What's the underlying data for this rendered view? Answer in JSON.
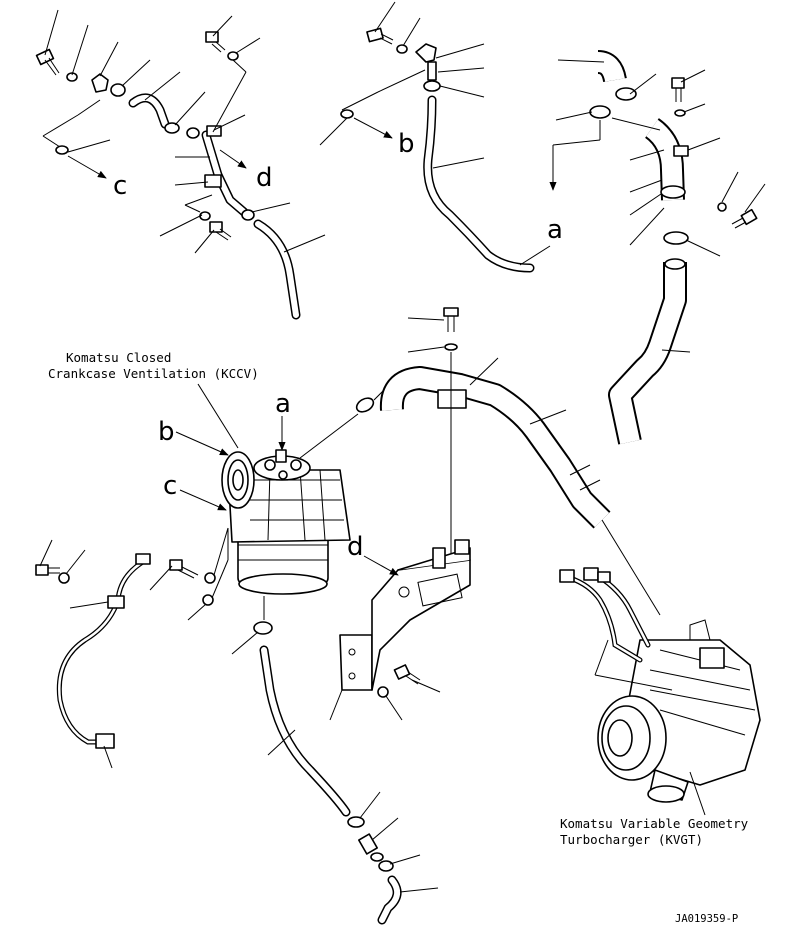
{
  "labels": {
    "kccv_line1": "Komatsu Closed",
    "kccv_line2": "Crankcase Ventilation (KCCV)",
    "kvgt_line1": "Komatsu Variable Geometry",
    "kvgt_line2": "Turbocharger (KVGT)",
    "drawing_number": "JA019359-P"
  },
  "markers": {
    "a": "a",
    "b": "b",
    "c": "c",
    "d": "d"
  },
  "colors": {
    "line": "#000000",
    "background": "#ffffff"
  }
}
